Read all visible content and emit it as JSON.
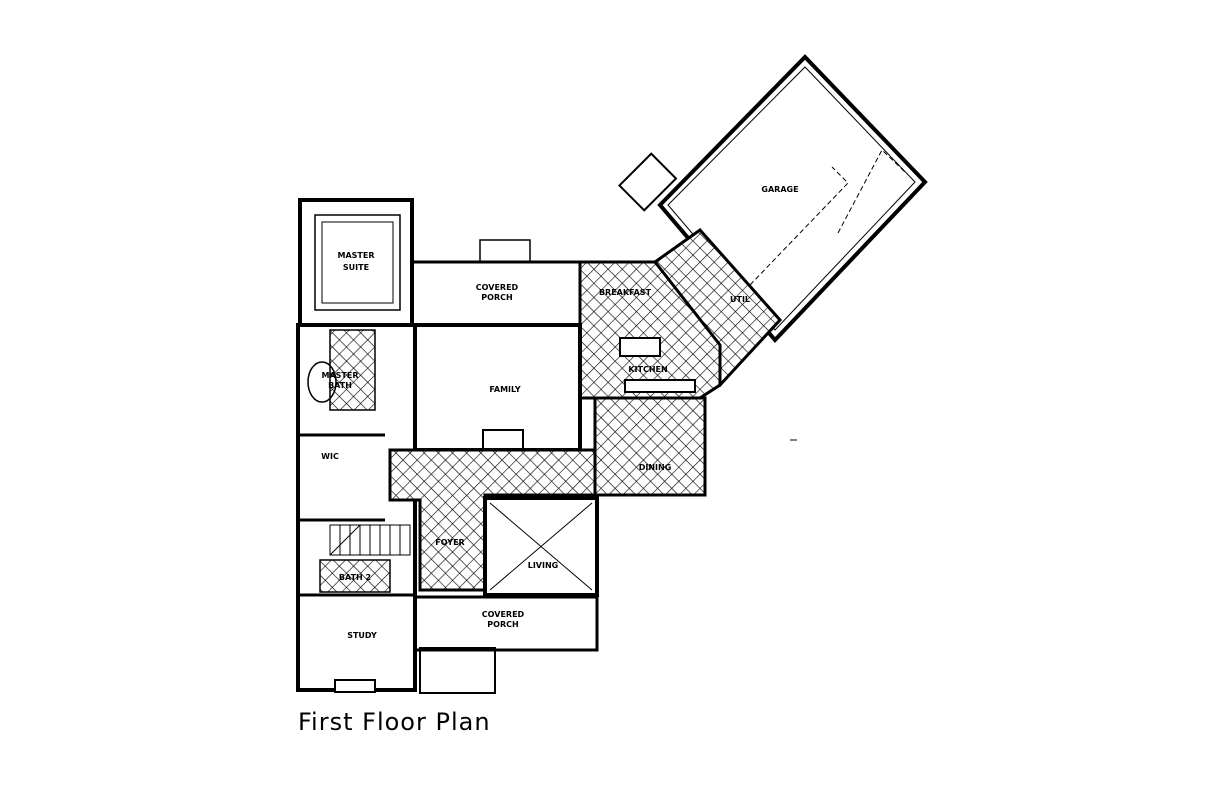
{
  "title": "First Floor Plan",
  "rooms": {
    "master_suite": [
      "MASTER",
      "SUITE"
    ],
    "covered_porch_rear": [
      "COVERED",
      "PORCH"
    ],
    "family": "FAMILY",
    "breakfast": "BREAKFAST",
    "kitchen": "KITCHEN",
    "utility": "UTIL",
    "garage": "GARAGE",
    "dining": "DINING",
    "master_bath": [
      "MASTER",
      "BATH"
    ],
    "wic": "WIC",
    "foyer": "FOYER",
    "living": "LIVING",
    "bath2": "BATH 2",
    "study": "STUDY",
    "covered_porch_front": [
      "COVERED",
      "PORCH"
    ]
  },
  "colors": {
    "ink": "#000000",
    "paper": "#ffffff"
  }
}
